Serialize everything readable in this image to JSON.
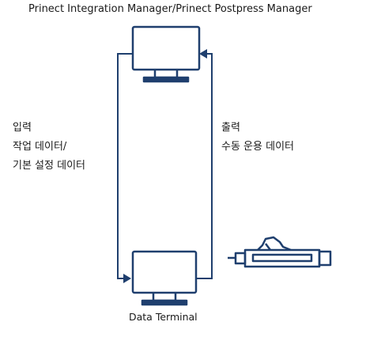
{
  "header": {
    "title": "Prinect Integration Manager/Prinect Postpress Manager"
  },
  "left_flow": {
    "lines": [
      "입력",
      "작업 데이터/",
      "기본 설정 데이터"
    ]
  },
  "right_flow": {
    "lines": [
      "출력",
      "수동 운용 데이터"
    ]
  },
  "terminal": {
    "label": "Data Terminal"
  },
  "colors": {
    "accent": "#1f3f6e",
    "text": "#1a1a1a"
  }
}
